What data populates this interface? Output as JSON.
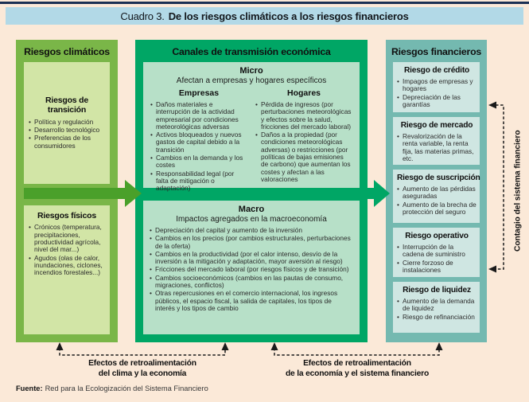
{
  "title": {
    "prefix": "Cuadro 3.",
    "text": "De los riesgos climáticos a los riesgos financieros"
  },
  "climate": {
    "header": "Riesgos climáticos",
    "boxes": [
      {
        "title": "Riesgos de transición",
        "items": [
          "Política y regulación",
          "Desarrollo tecnológico",
          "Preferencias de los consumidores"
        ]
      },
      {
        "title": "Riesgos físicos",
        "items": [
          "Crónicos (temperatura, precipitaciones, productividad agrícola, nivel del mar...)",
          "Agudos (olas de calor, inundaciones, ciclones, incendios forestales...)"
        ]
      }
    ]
  },
  "transmission": {
    "header": "Canales de transmisión económica",
    "micro": {
      "title": "Micro",
      "subtitle": "Afectan a empresas y hogares específicos",
      "companies": {
        "title": "Empresas",
        "items": [
          "Daños materiales e interrupción de la actividad empresarial por condiciones meteorológicas adversas",
          "Activos bloqueados y nuevos gastos de capital debido a la transición",
          "Cambios en la demanda y los costes",
          "Responsabilidad legal (por falta de mitigación o adaptación)"
        ]
      },
      "households": {
        "title": "Hogares",
        "items": [
          "Pérdida de ingresos (por perturbaciones meteorológicas y efectos sobre la salud, fricciones del mercado laboral)",
          "Daños a la propiedad (por condiciones meteorológicas adversas) o restricciones (por políticas de bajas emisiones de carbono) que aumentan los costes y afectan a las valoraciones"
        ]
      }
    },
    "macro": {
      "title": "Macro",
      "subtitle": "Impactos agregados en la macroeconomía",
      "items": [
        "Depreciación del capital y aumento de la inversión",
        "Cambios en los precios (por cambios estructurales, perturbaciones de la oferta)",
        "Cambios en la productividad (por el calor intenso, desvío de la inversión a la mitigación y adaptación, mayor aversión al riesgo)",
        "Fricciones del mercado laboral (por riesgos físicos y de transición)",
        "Cambios socioeconómicos (cambios en las pautas de consumo, migraciones, conflictos)",
        "Otras repercusiones en el comercio internacional, los ingresos públicos, el espacio fiscal, la salida de capitales, los tipos de interés y los tipos de cambio"
      ]
    }
  },
  "financial": {
    "header": "Riesgos financieros",
    "boxes": [
      {
        "title": "Riesgo de crédito",
        "items": [
          "Impagos de empresas y hogares",
          "Depreciación de las garantías"
        ]
      },
      {
        "title": "Riesgo de mercado",
        "items": [
          "Revalorización de la renta variable, la renta fija, las materias primas, etc."
        ]
      },
      {
        "title": "Riesgo de suscripción",
        "items": [
          "Aumento de las pérdidas aseguradas",
          "Aumento de la brecha de protección del seguro"
        ]
      },
      {
        "title": "Riesgo operativo",
        "items": [
          "Interrupción de la cadena de suministro",
          "Cierre forzoso de instalaciones"
        ]
      },
      {
        "title": "Riesgo de liquidez",
        "items": [
          "Aumento de la demanda de liquidez",
          "Riesgo de refinanciación"
        ]
      }
    ]
  },
  "contagion": {
    "label": "Contagio del sistema financiero"
  },
  "feedback": [
    {
      "line1": "Efectos de retroalimentación",
      "line2": "del clima y la economía"
    },
    {
      "line1": "Efectos de retroalimentación",
      "line2": "de la economía y el sistema financiero"
    }
  ],
  "source": {
    "label": "Fuente:",
    "text": "Red para la Ecologización del Sistema Financiero"
  },
  "colors": {
    "page_background": "#fbe9d8",
    "title_bar": "#b2d9e7",
    "top_rule_navy": "#1b3054",
    "climate_column_green": "#7ab648",
    "climate_box_light_green": "#d2e5a6",
    "climate_arrow_green": "#4aa02a",
    "transmission_emerald": "#00a665",
    "transmission_box_mint": "#b7e0c8",
    "financial_column_teal": "#74b9b0",
    "financial_box_light_teal": "#cfe6e2",
    "dashed_line_black": "#1a1a1a"
  }
}
